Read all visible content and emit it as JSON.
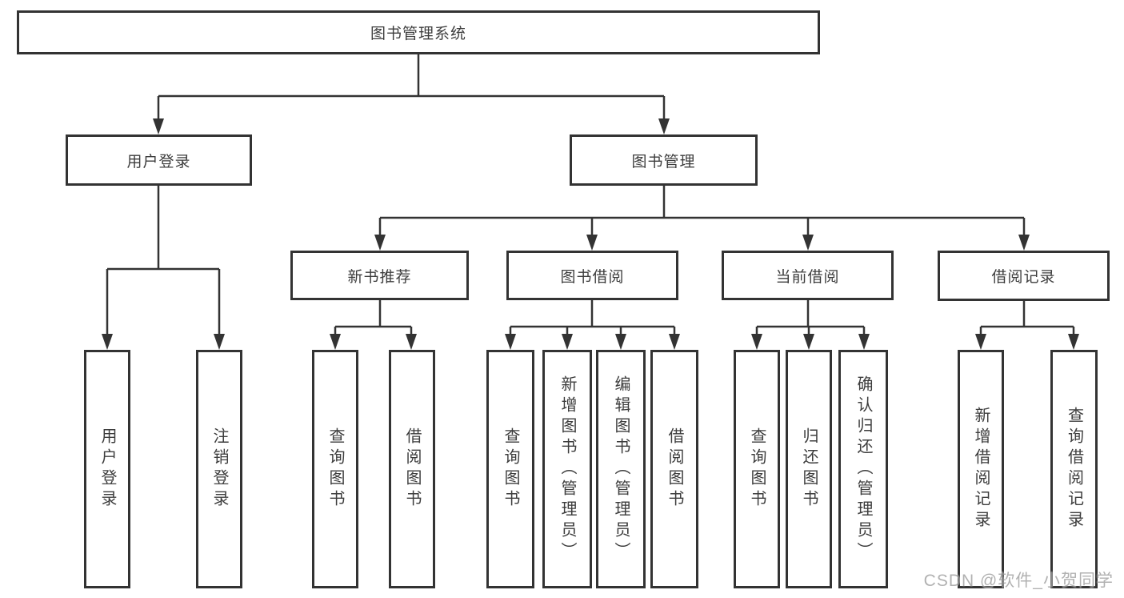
{
  "diagram": {
    "root": {
      "label": "图书管理系统"
    },
    "level2": {
      "user_login": {
        "label": "用户登录"
      },
      "book_mgmt": {
        "label": "图书管理"
      }
    },
    "level3": {
      "new_book_rec": {
        "label": "新书推荐"
      },
      "book_borrow": {
        "label": "图书借阅"
      },
      "current_borrow": {
        "label": "当前借阅"
      },
      "borrow_record": {
        "label": "借阅记录"
      }
    },
    "leaves": {
      "user_login": [
        "用户登录",
        "注销登录"
      ],
      "new_book_rec": [
        "查询图书",
        "借阅图书"
      ],
      "book_borrow": [
        "查询图书",
        "新增图书（管理员）",
        "编辑图书（管理员）",
        "借阅图书"
      ],
      "current_borrow": [
        "查询图书",
        "归还图书",
        "确认归还（管理员）"
      ],
      "borrow_record": [
        "新增借阅记录",
        "查询借阅记录"
      ]
    },
    "colors": {
      "background": "#ffffff",
      "line": "#333333",
      "text": "#3d3d3d",
      "watermark": "#9e9e9e"
    },
    "watermark": "CSDN @软件_小贺同学"
  }
}
